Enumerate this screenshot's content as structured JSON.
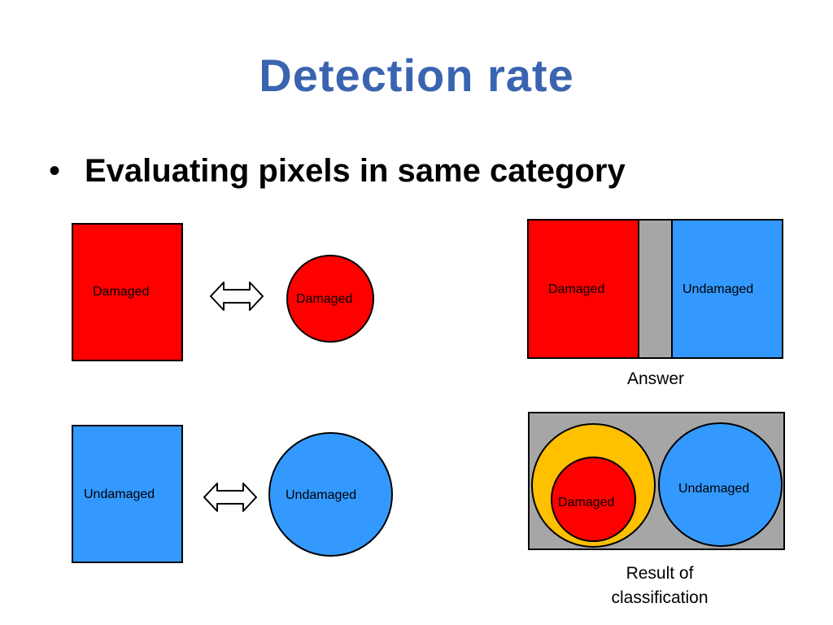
{
  "slide": {
    "title": "Detection rate",
    "bullet_marker": "•",
    "bullet_text": "Evaluating pixels in same category"
  },
  "left_pairs": [
    {
      "rect_label": "Damaged",
      "circle_label": "Damaged",
      "arrow": "double-arrow-icon"
    },
    {
      "rect_label": "Undamaged",
      "circle_label": "Undamaged",
      "arrow": "double-arrow-icon"
    }
  ],
  "answer_panel": {
    "left_label": "Damaged",
    "right_label": "Undamaged",
    "caption": "Answer"
  },
  "result_panel": {
    "inner_label": "Damaged",
    "right_label": "Undamaged",
    "caption_line1": "Result of",
    "caption_line2": "classification"
  },
  "colors": {
    "title": "#3a64b0",
    "damaged": "#ff0000",
    "undamaged": "#3399ff",
    "gray": "#a6a6a6",
    "orange": "#ffc000"
  }
}
